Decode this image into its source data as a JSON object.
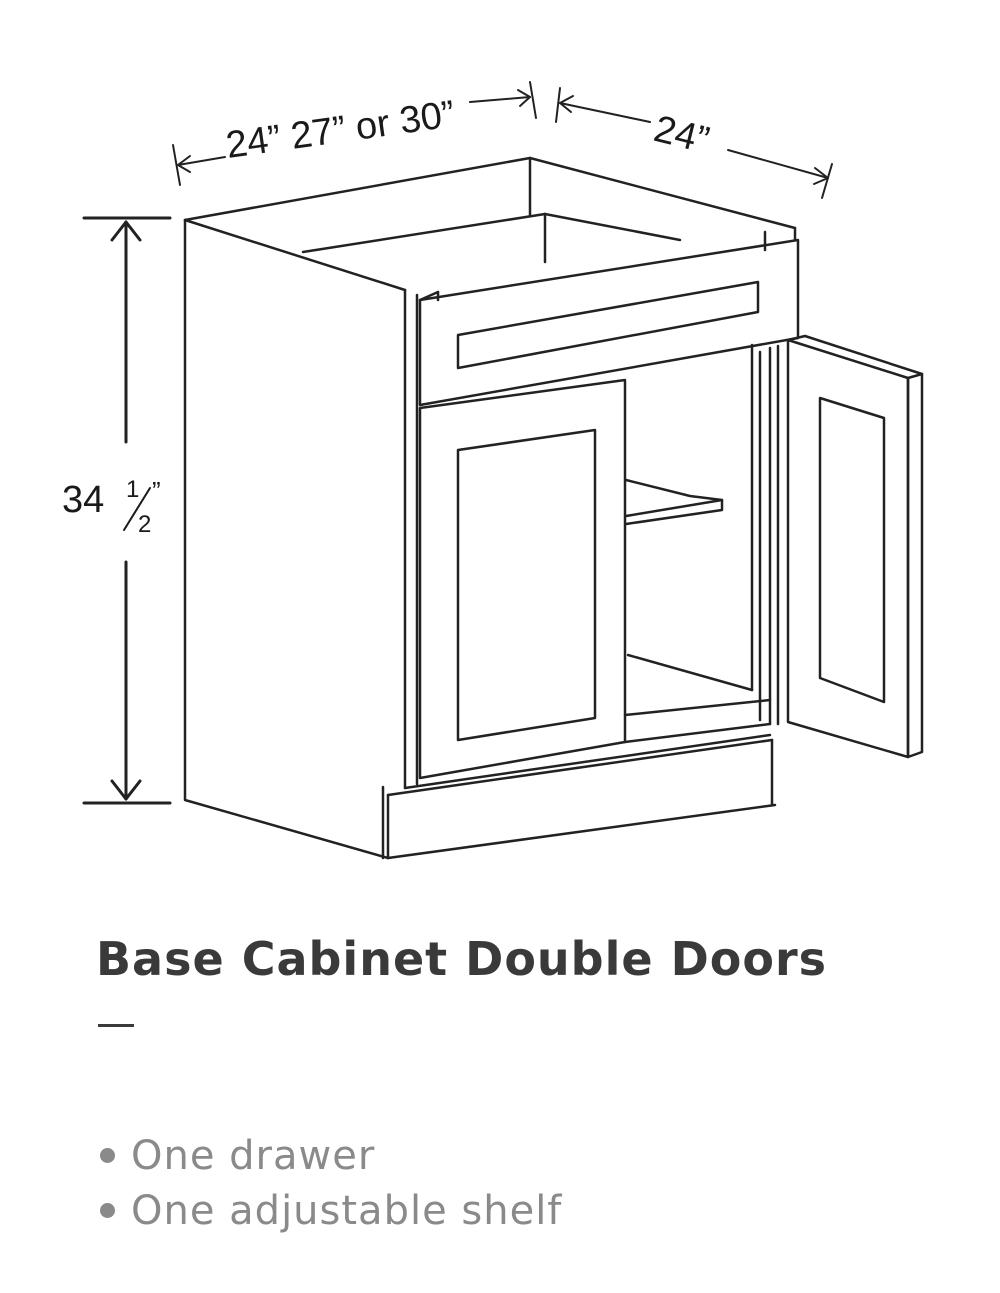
{
  "dimensions": {
    "width_label": "24” 27” or 30”",
    "depth_label": "24”",
    "height_whole": "34",
    "height_fraction_num": "1",
    "height_fraction_den": "2",
    "height_unit": "”"
  },
  "product": {
    "title": "Base Cabinet Double Doors"
  },
  "features": [
    {
      "label": "One drawer"
    },
    {
      "label": "One adjustable shelf"
    }
  ]
}
